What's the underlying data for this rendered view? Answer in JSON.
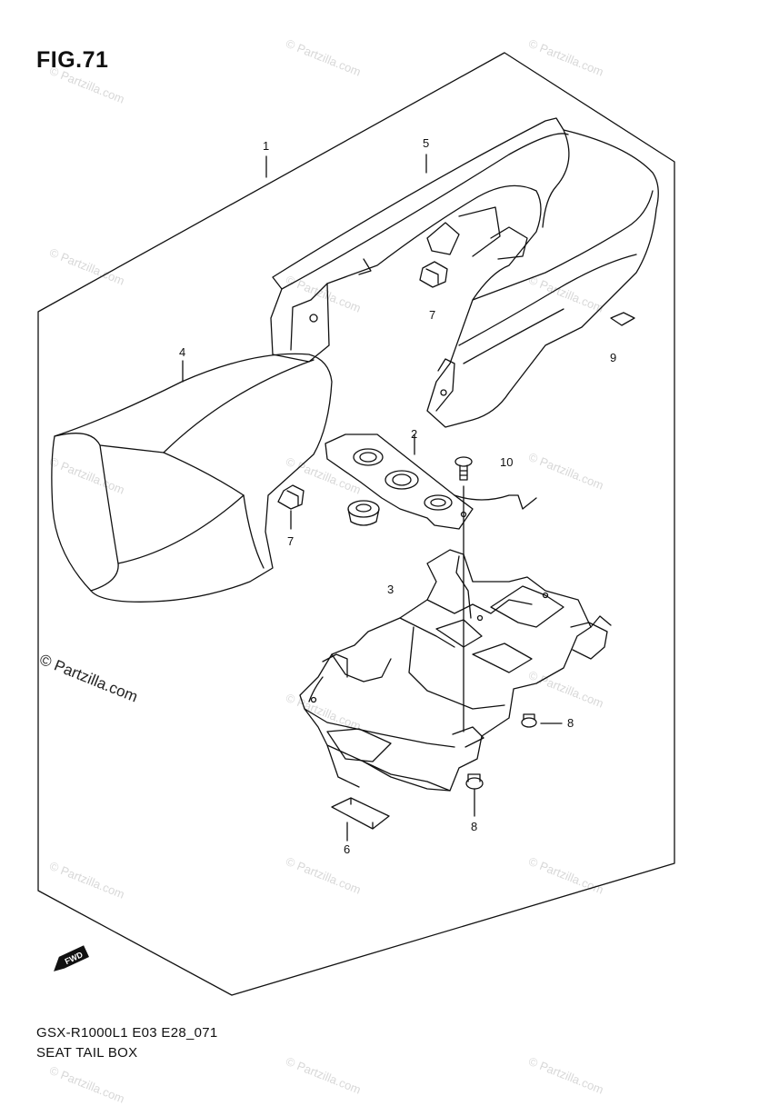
{
  "figure": {
    "title": "FIG.71"
  },
  "footer": {
    "model_code": "GSX-R1000L1 E03 E28_071",
    "assembly_name": "SEAT TAIL BOX"
  },
  "credit": {
    "text": "© Partzilla.com"
  },
  "watermark": {
    "text": "© Partzilla.com",
    "color": "#d8d8d8"
  },
  "callouts": {
    "c1": "1",
    "c2": "2",
    "c3": "3",
    "c4": "4",
    "c5": "5",
    "c6": "6",
    "c7a": "7",
    "c7b": "7",
    "c8a": "8",
    "c8b": "8",
    "c9": "9",
    "c10": "10"
  },
  "icons": {
    "direction": "fwd-arrow-icon"
  }
}
